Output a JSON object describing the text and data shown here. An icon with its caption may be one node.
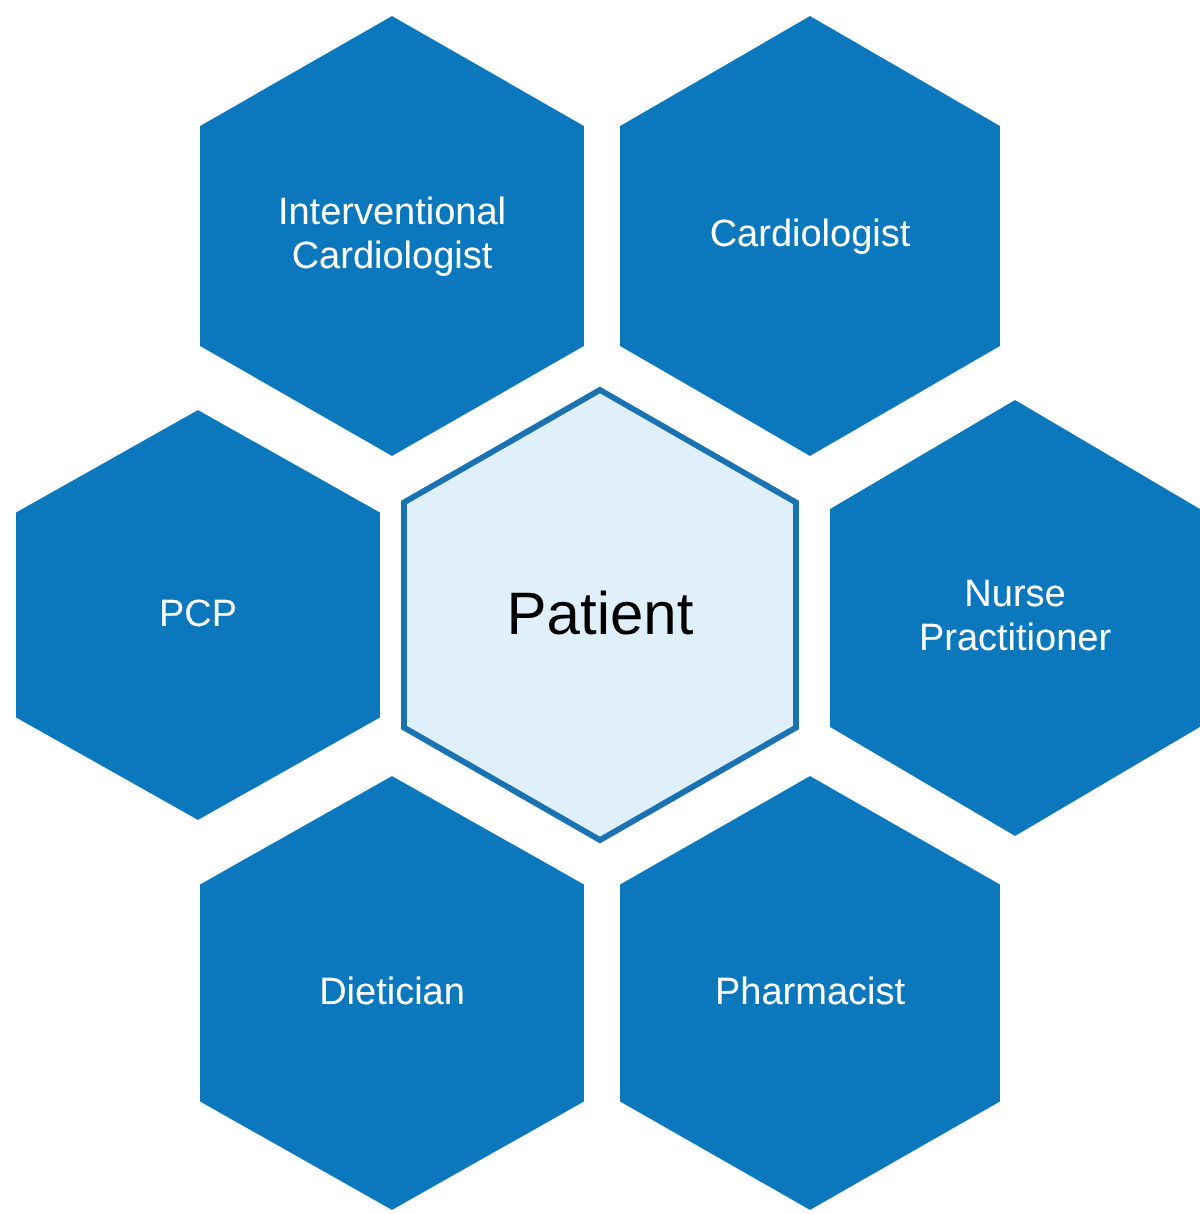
{
  "diagram": {
    "nodes": [
      {
        "text": [
          "Interventional Cardiologist"
        ]
      },
      {
        "text": [
          "Cardiologist"
        ]
      },
      {
        "text": [
          "PCP"
        ]
      },
      {
        "text": [
          "Patient"
        ]
      },
      {
        "text": [
          "Nurse Practitioner"
        ]
      },
      {
        "text": [
          "Dietician"
        ]
      },
      {
        "text": [
          "Pharmacist"
        ]
      }
    ]
  }
}
